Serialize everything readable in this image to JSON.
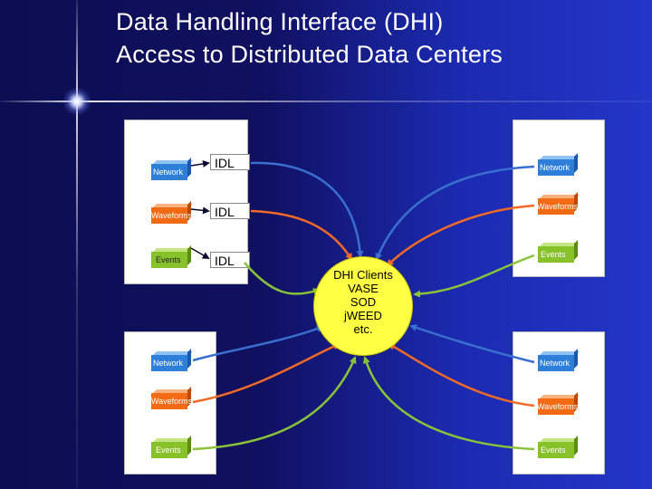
{
  "title": {
    "line1": "Data Handling Interface (DHI)",
    "line2": "Access to Distributed Data Centers"
  },
  "idl_label": "IDL",
  "hub": {
    "lines": [
      "DHI Clients",
      "VASE",
      "SOD",
      "jWEED",
      "etc."
    ],
    "color": "#ffff44"
  },
  "data_centers": [
    {
      "position": "top-left",
      "items": [
        "Network",
        "Waveforms",
        "Events"
      ],
      "idl_tags": [
        "IDL",
        "IDL",
        "IDL"
      ]
    },
    {
      "position": "top-right",
      "items": [
        "Network",
        "Waveforms",
        "Events"
      ]
    },
    {
      "position": "bottom-left",
      "items": [
        "Network",
        "Waveforms",
        "Events"
      ]
    },
    {
      "position": "bottom-right",
      "items": [
        "Network",
        "Waveforms",
        "Events"
      ]
    }
  ],
  "colors": {
    "network": "#2f7fd8",
    "waveforms": "#f26a14",
    "events": "#88c22a",
    "network_link": "#3a6fd0",
    "waveforms_link": "#f06a28",
    "events_link": "#8ac33a"
  }
}
